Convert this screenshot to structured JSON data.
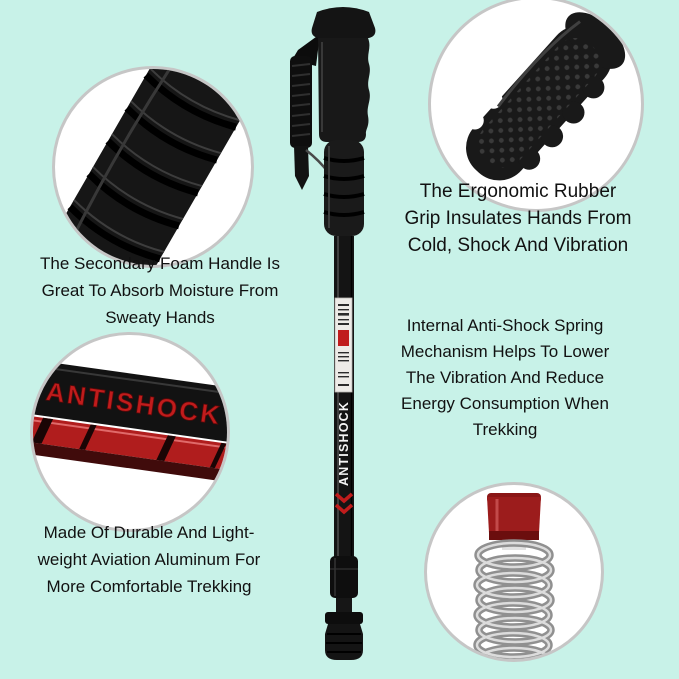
{
  "colors": {
    "background": "#c8f2e8",
    "text": "#111111",
    "circle_border": "#c6c6c6",
    "accent_red": "#c01c1c"
  },
  "product": {
    "shaft_text": "ANTISHOCK",
    "zoom_shaft_text": "ANTISHOCK"
  },
  "callouts": {
    "rubber_grip": {
      "text": "The Ergonomic Rubber\nGrip Insulates Hands From\nCold, Shock And Vibration"
    },
    "foam_handle": {
      "text": "The Secondary Foam Handle Is\nGreat To Absorb Moisture From\nSweaty Hands"
    },
    "aluminum_shaft": {
      "text": "Made Of Durable And Light-\nweight Aviation Aluminum For\nMore Comfortable Trekking"
    },
    "anti_shock_spring": {
      "text": "Internal Anti-Shock Spring\nMechanism Helps To Lower\nThe Vibration And Reduce\nEnergy Consumption When\nTrekking"
    }
  }
}
